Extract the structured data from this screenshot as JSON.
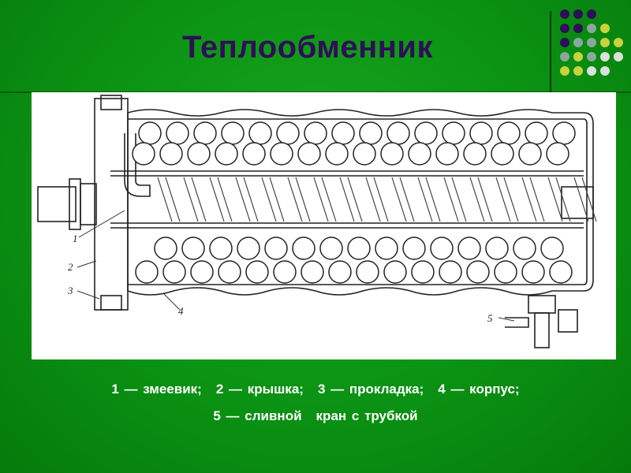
{
  "slide": {
    "title": "Теплообменник",
    "colors": {
      "background": "#0a8f12",
      "title": "#2e0f57",
      "caption": "#ffffff",
      "dot_purple": "#2e0f57",
      "dot_gray": "#8aa89b",
      "dot_yellow": "#c9d23a",
      "dot_white": "#d9e1dc"
    }
  },
  "figure": {
    "labels": [
      "1",
      "2",
      "3",
      "4",
      "5"
    ]
  },
  "caption": {
    "line1": [
      "1 — змеевик;",
      "2 — крышка;",
      "3 — прокладка;",
      "4 — корпус;"
    ],
    "line2": [
      "5 — сливной",
      "кран с трубкой"
    ]
  }
}
